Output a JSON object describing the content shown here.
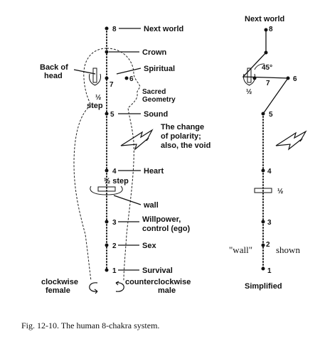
{
  "left": {
    "chakras": [
      {
        "num": "8",
        "label": "Next world"
      },
      {
        "num": "7",
        "label": "Spiritual"
      },
      {
        "num": "6",
        "label": "6"
      },
      {
        "num": "5",
        "label": "Sound"
      },
      {
        "num": "4",
        "label": "Heart"
      },
      {
        "num": "3",
        "label_line1": "Willpower,",
        "label_line2": "control (ego)"
      },
      {
        "num": "2",
        "label": "Sex"
      },
      {
        "num": "1",
        "label": "Survival"
      }
    ],
    "crown": "Crown",
    "back_of_head_line1": "Back of",
    "back_of_head_line2": "head",
    "half_step_top_line1": "½",
    "half_step_top_line2": "step",
    "sacred_line1": "Sacred",
    "sacred_line2": "Geometry",
    "polarity_line1": "The change",
    "polarity_line2": "of polarity;",
    "polarity_line3": "also, the void",
    "half_step_mid": "½ step",
    "wall": "wall",
    "clockwise_line1": "clockwise",
    "clockwise_line2": "female",
    "counter_line1": "counterclockwise",
    "counter_line2": "male"
  },
  "right": {
    "next_world": "Next world",
    "nums": [
      "8",
      "7",
      "6",
      "5",
      "4",
      "3",
      "2",
      "1"
    ],
    "angle": "45°",
    "half_top": "½",
    "half_mid": "½",
    "wall_shown_a": "\"wall\"",
    "wall_shown_b": "shown",
    "simplified": "Simplified"
  },
  "caption": "Fig. 12-10.  The human 8-chakra system."
}
